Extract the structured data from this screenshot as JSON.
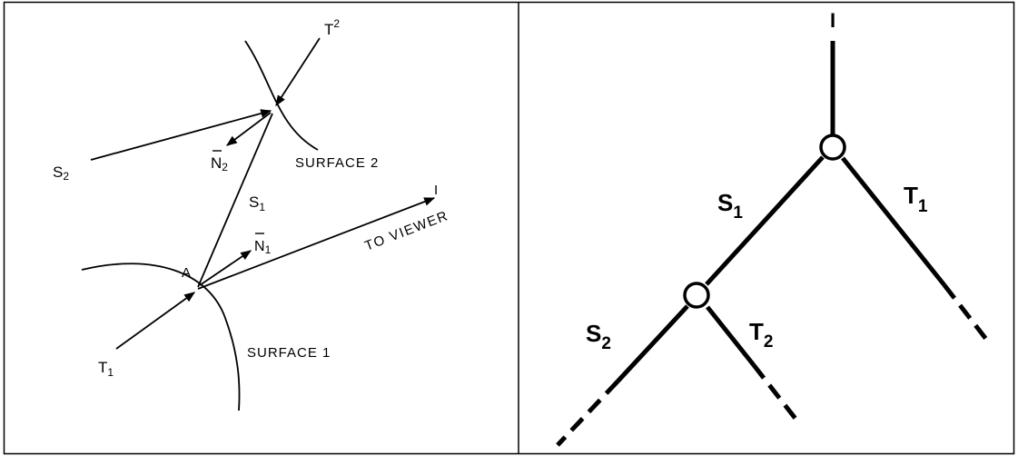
{
  "left_panel": {
    "labels": {
      "t2": "T",
      "t2_sub": "2",
      "s2": "S",
      "s2_sub": "2",
      "n2": "N",
      "n2_sub": "2",
      "surface2": "SURFACE 2",
      "s1": "S",
      "s1_sub": "1",
      "i": "I",
      "to_viewer": "TO VIEWER",
      "n1": "N",
      "n1_sub": "1",
      "a": "A",
      "t1": "T",
      "t1_sub": "1",
      "surface1": "SURFACE 1"
    }
  },
  "right_panel": {
    "labels": {
      "i": "I",
      "s1": "S",
      "s1_sub": "1",
      "t1": "T",
      "t1_sub": "1",
      "s2": "S",
      "s2_sub": "2",
      "t2": "T",
      "t2_sub": "2"
    }
  }
}
